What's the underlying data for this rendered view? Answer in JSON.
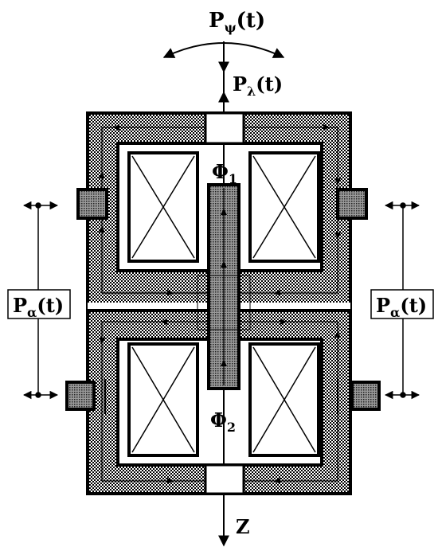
{
  "labels": {
    "p_psi": "P",
    "p_psi_sub": "ψ",
    "p_psi_t": "(t)",
    "p_lambda": "P",
    "p_lambda_sub": "λ",
    "p_lambda_t": "(t)",
    "phi1": "Φ",
    "phi1_sub": "1",
    "phi2": "Φ",
    "phi2_sub": "2",
    "p_alpha_left": "P",
    "p_alpha_left_sub": "α",
    "p_alpha_left_t": "(t)",
    "p_alpha_right": "P",
    "p_alpha_right_sub": "α",
    "p_alpha_right_t": "(t)",
    "z_axis": "Z"
  },
  "colors": {
    "line": "#000000",
    "background": "#ffffff",
    "core_fill": "#8a8a8a",
    "magnet_fill": "#7a7a7a"
  }
}
